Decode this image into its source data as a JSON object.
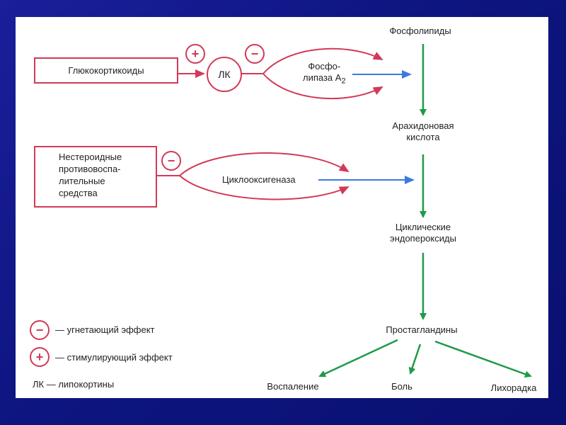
{
  "nodes": {
    "phospholipids": "Фосфолипиды",
    "arachidonic_line1": "Арахидоновая",
    "arachidonic_line2": "кислота",
    "endoperoxides_line1": "Циклические",
    "endoperoxides_line2": "эндопероксиды",
    "prostaglandins": "Простагландины",
    "inflammation": "Воспаление",
    "pain": "Боль",
    "fever": "Лихорадка",
    "glucocorticoids": "Глюкокортикоиды",
    "lk": "ЛК",
    "phospholipase_line1": "Фосфо-",
    "phospholipase_line2": "липаза А",
    "phospholipase_sub": "2",
    "nsaid_line1": "Нестероидные",
    "nsaid_line2": "противовоспа-",
    "nsaid_line3": "лительные",
    "nsaid_line4": "средства",
    "cyclooxygenase": "Циклооксигеназа"
  },
  "signs": {
    "plus": "+",
    "minus": "−"
  },
  "legend": {
    "minus_text": "— угнетающий эффект",
    "plus_text": "— стимулирующий эффект",
    "lk_text": "ЛК — липокортины"
  },
  "colors": {
    "red": "#d23a57",
    "green": "#1f9a4a",
    "blue": "#3a7be0",
    "background": "#1020a0"
  }
}
